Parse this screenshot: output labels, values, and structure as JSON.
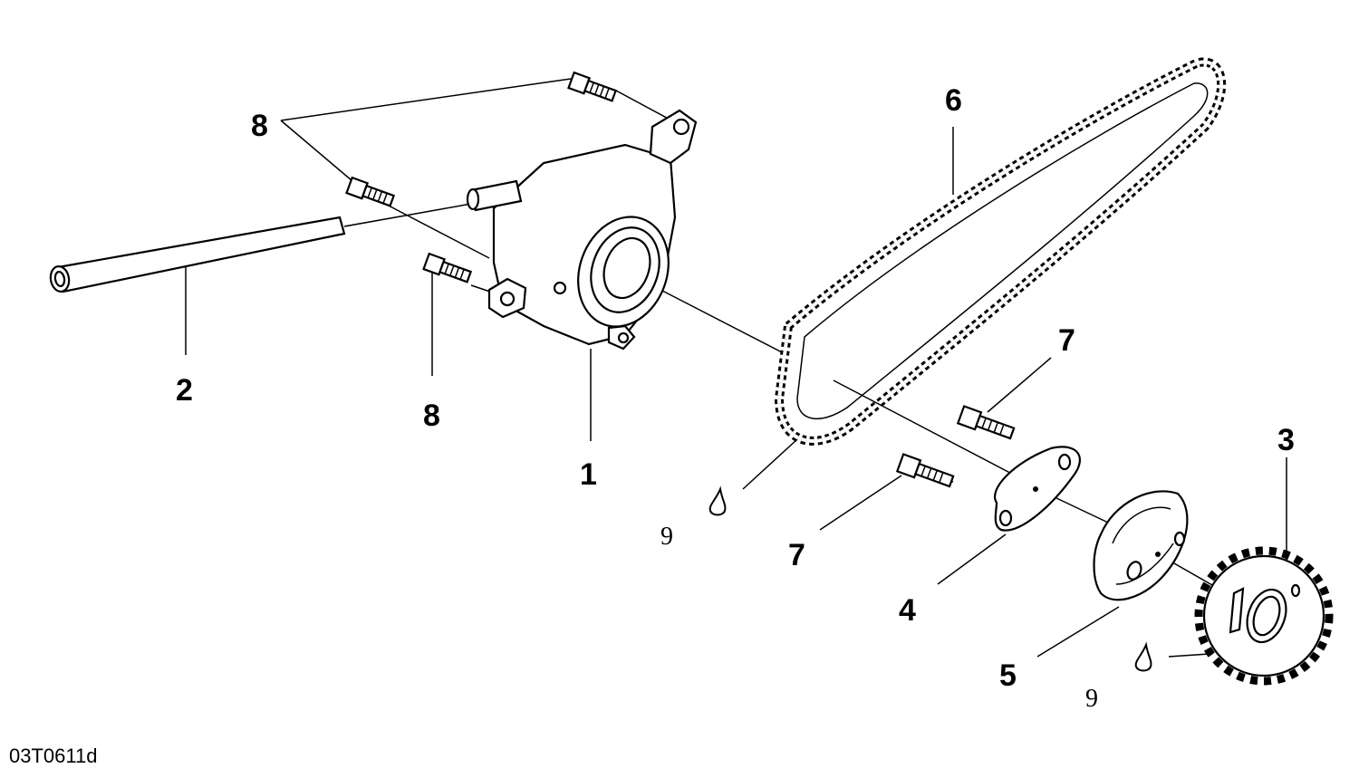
{
  "callouts": {
    "c1": "1",
    "c2": "2",
    "c3": "3",
    "c4": "4",
    "c5": "5",
    "c6": "6",
    "c7a": "7",
    "c7b": "7",
    "c8a": "8",
    "c8b": "8",
    "c9a": "9",
    "c9b": "9"
  },
  "figure_id": "03T0611d"
}
